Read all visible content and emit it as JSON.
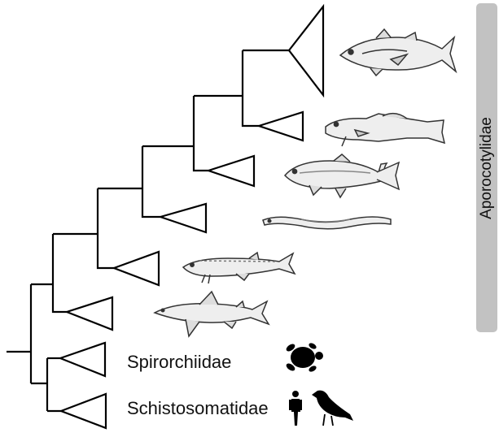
{
  "labels": {
    "spirorchiidae": "Spirorchiidae",
    "schistosomatidae": "Schistosomatidae",
    "aporocotylidae": "Aporocotylidae"
  },
  "icons": {
    "tuna": "tuna-fish-icon",
    "cod": "cod-fish-icon",
    "trout": "trout-fish-icon",
    "eel": "eel-icon",
    "sturgeon": "sturgeon-icon",
    "shark": "shark-icon",
    "turtle": "turtle-icon",
    "human": "human-icon",
    "bird": "bird-icon"
  },
  "colors": {
    "line": "#000000",
    "side_bar": "#c2c2c2",
    "silhouette": "#000000"
  }
}
